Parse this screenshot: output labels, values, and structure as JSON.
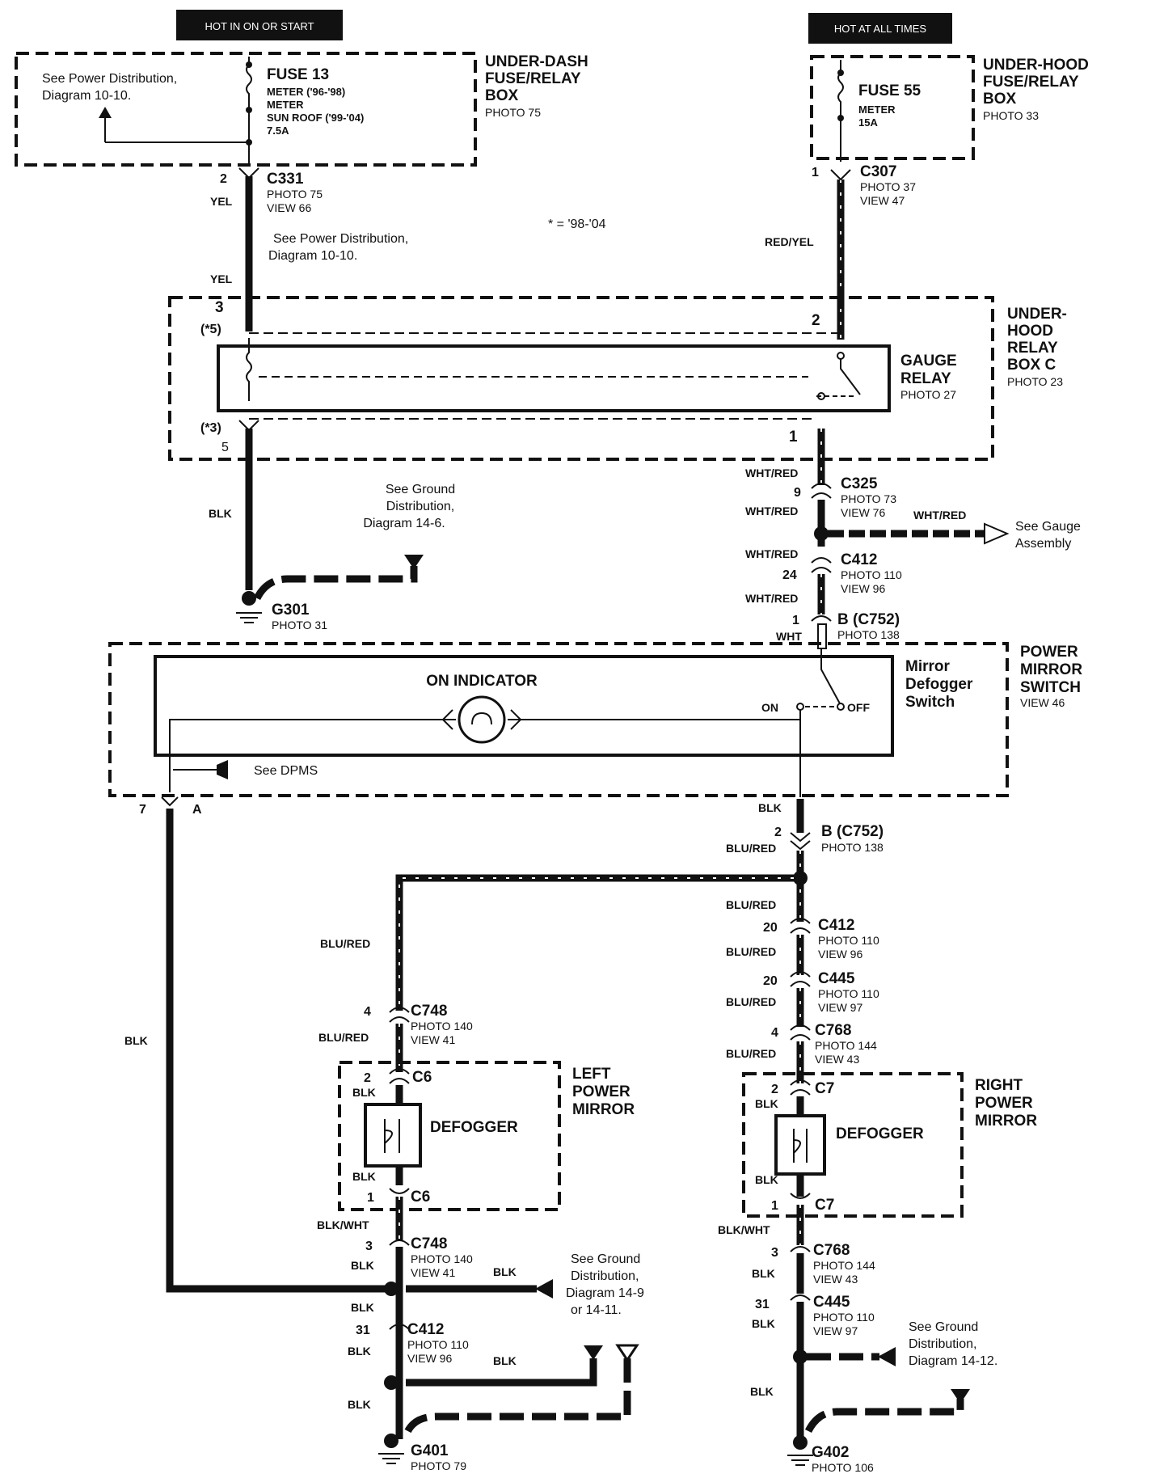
{
  "tags": {
    "left": "HOT IN ON OR START",
    "right": "HOT AT ALL TIMES"
  },
  "underdash": {
    "title": [
      "UNDER-DASH",
      "FUSE/RELAY",
      "BOX"
    ],
    "photo": "PHOTO 75",
    "fuse": "FUSE 13",
    "lines": [
      "METER ('96-'98)",
      "METER",
      "SUN ROOF ('99-'04)",
      "7.5A"
    ],
    "see": [
      "See Power Distribution,",
      "Diagram  10-10."
    ]
  },
  "underhood": {
    "title": [
      "UNDER-HOOD",
      "FUSE/RELAY",
      "BOX"
    ],
    "photo": "PHOTO 33",
    "fuse": "FUSE 55",
    "lines": [
      "METER",
      "15A"
    ]
  },
  "c331": {
    "pin": "2",
    "name": "C331",
    "photo": "PHOTO 75",
    "view": "VIEW 66",
    "color": "YEL"
  },
  "c307": {
    "pin": "1",
    "name": "C307",
    "photo": "PHOTO 37",
    "view": "VIEW 47",
    "color": "RED/YEL"
  },
  "see_power2": [
    "See Power Distribution,",
    "Diagram 10-10."
  ],
  "note": "* = '98-'04",
  "yel2": "YEL",
  "relaybox": {
    "title": [
      "UNDER-",
      "HOOD",
      "RELAY",
      "BOX C"
    ],
    "photo": "PHOTO 23",
    "relay": [
      "GAUGE",
      "RELAY"
    ],
    "relay_photo": "PHOTO 27",
    "pin_top_left": "3",
    "pin_top_left2": "(*5)",
    "pin_top_right": "2",
    "pin_bot_left": "(*3)",
    "pin_bot_left2": "5",
    "pin_bot_right": "1"
  },
  "ground_g301": {
    "color": "BLK",
    "see": [
      "See Ground",
      "Distribution,",
      "Diagram 14-6."
    ],
    "name": "G301",
    "photo": "PHOTO 31"
  },
  "c325": {
    "color_top": "WHT/RED",
    "pin": "9",
    "name": "C325",
    "photo": "PHOTO 73",
    "view": "VIEW 76",
    "color_bot": "WHT/RED"
  },
  "gauge_branch": {
    "color": "WHT/RED",
    "see": [
      "See Gauge",
      "Assembly"
    ]
  },
  "c412a": {
    "color_top": "WHT/RED",
    "pin": "24",
    "name": "C412",
    "photo": "PHOTO 110",
    "view": "VIEW 96",
    "color_bot": "WHT/RED"
  },
  "bc752a": {
    "pin": "1",
    "name": "B (C752)",
    "color": "WHT",
    "photo": "PHOTO 138"
  },
  "switch": {
    "title": [
      "POWER",
      "MIRROR",
      "SWITCH"
    ],
    "view": "VIEW 46",
    "indicator": "ON INDICATOR",
    "sw": [
      "Mirror",
      "Defogger",
      "Switch"
    ],
    "on": "ON",
    "off": "OFF",
    "dpms": "See DPMS",
    "pin_a_num": "7",
    "pin_a": "A"
  },
  "bc752b": {
    "color_top": "BLK",
    "pin": "2",
    "name": "B (C752)",
    "color_bot": "BLU/RED",
    "photo": "PHOTO 138"
  },
  "left": {
    "branch_color": "BLU/RED",
    "c748a": {
      "pin": "4",
      "name": "C748",
      "photo": "PHOTO 140",
      "view": "VIEW 41",
      "color": "BLU/RED"
    },
    "mirror_title": [
      "LEFT",
      "POWER",
      "MIRROR"
    ],
    "c6a": {
      "pin": "2",
      "name": "C6",
      "color": "BLK"
    },
    "defogger": "DEFOGGER",
    "c6b": {
      "color": "BLK",
      "pin": "1",
      "name": "C6"
    },
    "c748b": {
      "color_top": "BLK/WHT",
      "pin": "3",
      "name": "C748",
      "color": "BLK",
      "photo": "PHOTO 140",
      "view": "VIEW 41"
    },
    "gnd_branch": "BLK",
    "see_ground": [
      "See Ground",
      "Distribution,",
      "Diagram 14-9",
      "or 14-11."
    ],
    "c412": {
      "color_top": "BLK",
      "pin": "31",
      "name": "C412",
      "color": "BLK",
      "photo": "PHOTO 110",
      "view": "VIEW 96"
    },
    "branch2": "BLK",
    "gnd_color": "BLK",
    "gnd": "G401",
    "gnd_photo": "PHOTO 79"
  },
  "blk_left": "BLK",
  "right": {
    "c412": {
      "color_top": "BLU/RED",
      "pin": "20",
      "name": "C412",
      "photo": "PHOTO 110",
      "view": "VIEW 96"
    },
    "c445a": {
      "color_top": "BLU/RED",
      "pin": "20",
      "name": "C445",
      "photo": "PHOTO 110",
      "view": "VIEW 97"
    },
    "c768a": {
      "color_top": "BLU/RED",
      "pin": "4",
      "name": "C768",
      "photo": "PHOTO 144",
      "view": "VIEW 43",
      "color_bot": "BLU/RED"
    },
    "mirror_title": [
      "RIGHT",
      "POWER",
      "MIRROR"
    ],
    "c7a": {
      "pin": "2",
      "name": "C7",
      "color": "BLK"
    },
    "defogger": "DEFOGGER",
    "c7b": {
      "color": "BLK",
      "pin": "1",
      "name": "C7"
    },
    "c768b": {
      "color_top": "BLK/WHT",
      "pin": "3",
      "name": "C768",
      "color": "BLK",
      "photo": "PHOTO 144",
      "view": "VIEW 43"
    },
    "c445b": {
      "pin": "31",
      "name": "C445",
      "color": "BLK",
      "photo": "PHOTO 110",
      "view": "VIEW 97"
    },
    "see_ground": [
      "See Ground",
      "Distribution,",
      "Diagram 14-12."
    ],
    "gnd_color": "BLK",
    "gnd": "G402",
    "gnd_photo": "PHOTO 106"
  }
}
